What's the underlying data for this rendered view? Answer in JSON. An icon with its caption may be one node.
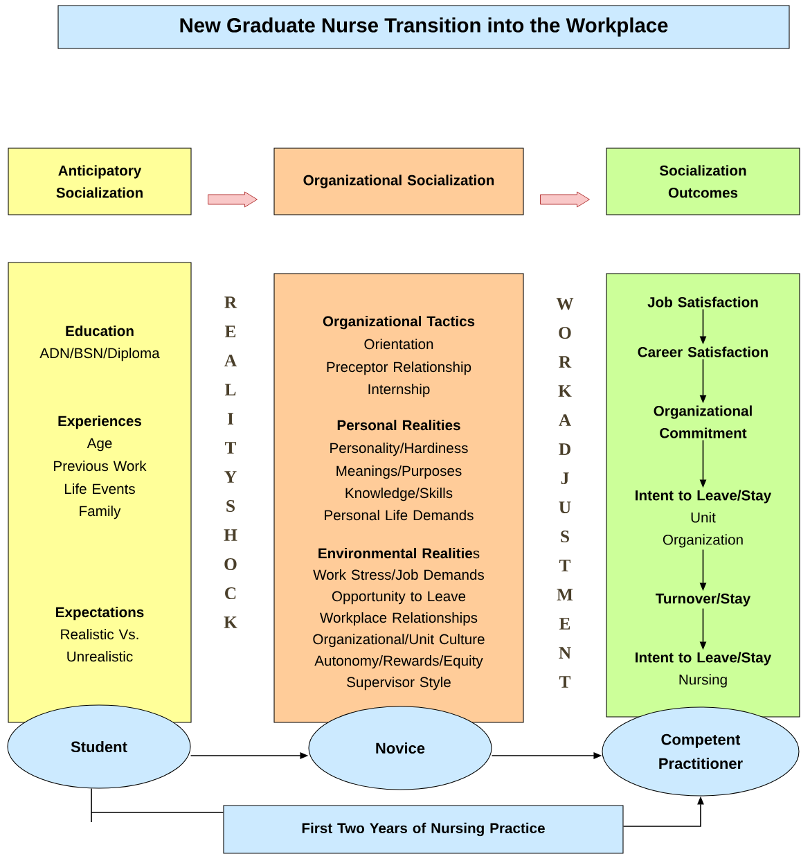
{
  "diagram": {
    "title": "New Graduate Nurse Transition into the Workplace",
    "nodes": [
      {
        "text": [
          "Anticipatory Socialization"
        ]
      },
      {
        "text": [
          "Organizational Socialization"
        ]
      },
      {
        "text": [
          "Socialization Outcomes"
        ]
      },
      {
        "text": [
          "Education",
          "ADN/BSN/Diploma",
          "Experiences",
          "Age",
          "Previous Work",
          "Life Events",
          "Family",
          "Expectations",
          "Realistic Vs. Unrealistic"
        ]
      },
      {
        "text": [
          "Organizational Tactics",
          "Orientation",
          "Preceptor Relationship",
          "Internship",
          "Personal Realities",
          "Personality/Hardiness",
          "Meanings/Purposes",
          "Knowledge/Skills",
          "Personal Life Demands",
          "**Environmental Realitie**s",
          "Work Stress/Job Demands",
          "Opportunity to Leave",
          "Workplace Relationships",
          "Organizational/Unit Culture",
          "Autonomy/Rewards/Equity",
          "Supervisor Style"
        ]
      },
      {
        "text": [],
        "shape": "box"
      },
      {
        "text": [
          "Job Satisfaction"
        ],
        "in": 5
      },
      {
        "text": [
          "Career Satisfaction"
        ],
        "in": 5
      },
      {
        "text": [
          "Organizational Commitment"
        ],
        "in": 5
      },
      {
        "text": [
          "Intent to Leave/Stay",
          "Unit",
          "Organization"
        ],
        "in": 5
      },
      {
        "text": [
          "Turnover/Stay"
        ],
        "in": 5
      },
      {
        "text": [
          "Intent to Leave/Stay",
          "Nursing"
        ],
        "in": 5
      },
      {
        "text": [
          "Student"
        ]
      },
      {
        "text": [
          "Novice"
        ]
      },
      {
        "text": [
          "Competent Practitioner"
        ]
      },
      {
        "text": [
          "First Two Years of Nursing Practice"
        ]
      }
    ],
    "edges": [
      {
        "from": 0,
        "to": 1,
        "arrow": "to",
        "style": "thick",
        "color": "#f9c8c8"
      },
      {
        "from": 1,
        "to": 2,
        "arrow": "to",
        "style": "thick",
        "color": "#f9c8c8"
      },
      {
        "from": 6,
        "to": 7,
        "arrow": "to"
      },
      {
        "from": 7,
        "to": 8,
        "arrow": "to"
      },
      {
        "from": 8,
        "to": 9,
        "arrow": "to"
      },
      {
        "from": 9,
        "to": 10,
        "arrow": "to"
      },
      {
        "from": 10,
        "to": 11,
        "arrow": "to"
      },
      {
        "from": 12,
        "to": 13,
        "arrow": "to"
      },
      {
        "from": 13,
        "to": 14,
        "arrow": "to"
      },
      {
        "from": 12,
        "to": 15,
        "arrow": "none"
      },
      {
        "from": 15,
        "to": 14,
        "arrow": "to"
      }
    ],
    "labels": [
      "REALITY SHOCK",
      "WORK ADJUSTMENT"
    ]
  }
}
